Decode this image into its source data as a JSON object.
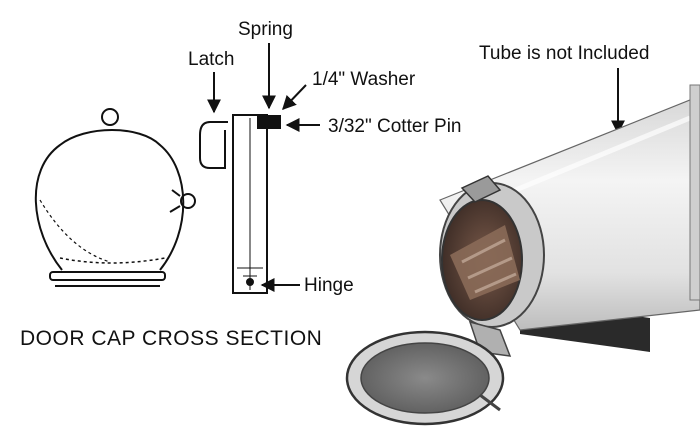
{
  "labels": {
    "spring": "Spring",
    "latch": "Latch",
    "washer": "1/4\" Washer",
    "cotter_pin": "3/32\" Cotter Pin",
    "hinge": "Hinge",
    "tube_note": "Tube is not Included",
    "caption": "DOOR CAP CROSS SECTION"
  },
  "colors": {
    "ink": "#111111",
    "pipe_light": "#e9e9e9",
    "pipe_shade": "#b8b8b8",
    "base": "#2a2a2a",
    "contents": "#8a6a58"
  }
}
